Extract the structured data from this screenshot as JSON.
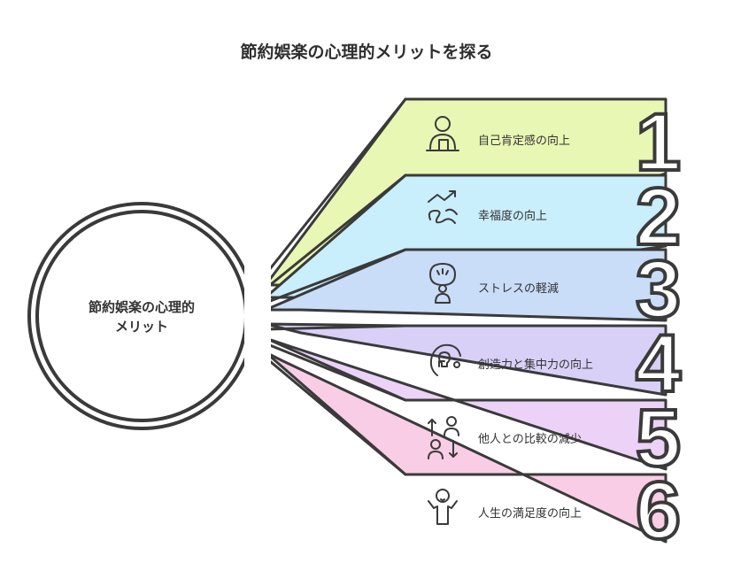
{
  "title": "節約娯楽の心理的メリットを探る",
  "center": {
    "line1": "節約娯楽の心理的",
    "line2": "メリット"
  },
  "items": [
    {
      "number": "1",
      "label": "自己肯定感の向上",
      "icon": "person-podium-icon",
      "color": "#e8f7b4"
    },
    {
      "number": "2",
      "label": "幸福度の向上",
      "icon": "trend-up-icon",
      "color": "#c9eefc"
    },
    {
      "number": "3",
      "label": "ストレスの軽減",
      "icon": "stress-relief-icon",
      "color": "#c9dcf8"
    },
    {
      "number": "4",
      "label": "創造力と集中力の向上",
      "icon": "lightbulb-head-icon",
      "color": "#d9d0f8"
    },
    {
      "number": "5",
      "label": "他人との比較の減少",
      "icon": "people-compare-icon",
      "color": "#ecd2f7"
    },
    {
      "number": "6",
      "label": "人生の満足度の向上",
      "icon": "happy-person-icon",
      "color": "#f9cde5"
    }
  ]
}
